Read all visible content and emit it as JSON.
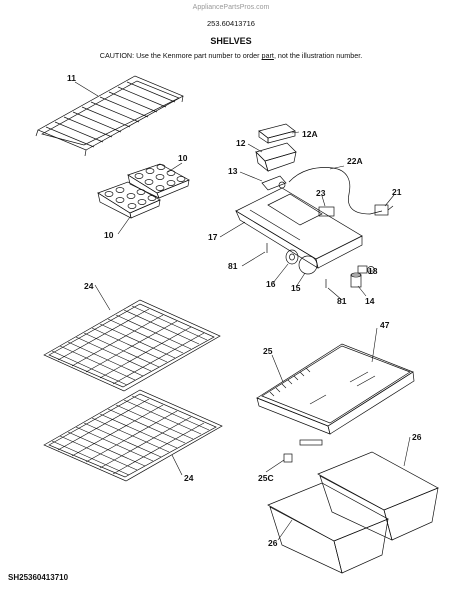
{
  "header": {
    "site": "AppliancePartsPros.com",
    "part_number": "253.60413716",
    "section_title": "SHELVES",
    "caution_pre": "CAUTION: Use the Kenmore part number to order ",
    "caution_link": "part",
    "caution_post": ", not the illustration number."
  },
  "callouts": {
    "c11": "11",
    "c12": "12",
    "c12a": "12A",
    "c13": "13",
    "c22a": "22A",
    "c10a": "10",
    "c10b": "10",
    "c23": "23",
    "c21": "21",
    "c17": "17",
    "c81a": "81",
    "c81b": "81",
    "c16": "16",
    "c15": "15",
    "c18": "18",
    "c14": "14",
    "c24a": "24",
    "c24b": "24",
    "c47": "47",
    "c25": "25",
    "c26a": "26",
    "c25c": "25C",
    "c26b": "26"
  },
  "footer": {
    "diagram_id": "SH25360413710"
  }
}
